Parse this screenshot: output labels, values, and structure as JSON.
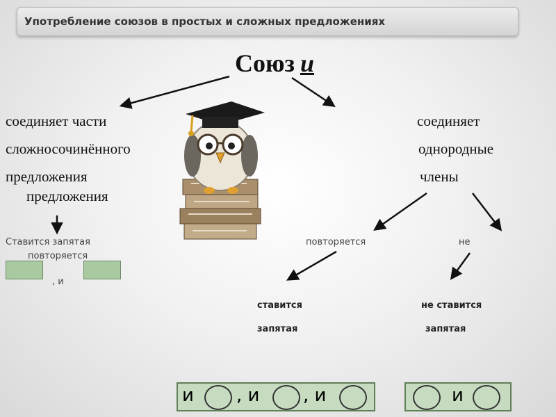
{
  "title": "Употребление союзов в простых и сложных предложениях",
  "heading": {
    "prefix": "Союз",
    "word": "и"
  },
  "left_branch": {
    "lines": [
      "соединяет части",
      "сложносочинённого",
      "предложения",
      "предложения"
    ],
    "note": "Ставится запятая",
    "note_overlap": "повторяется",
    "conj": ", и"
  },
  "right_branch": {
    "lines": [
      "соединяет",
      "однородные",
      "члены"
    ],
    "repeats": "повторяется",
    "not": "не",
    "outcome_yes": [
      "ставится",
      "запятая"
    ],
    "outcome_no": [
      "не ставится",
      "запятая"
    ]
  },
  "formula_repeat": [
    "и",
    ", и",
    ", и"
  ],
  "formula_single": "и",
  "icons": {
    "arrow": "arrow-icon",
    "owl": "owl-graduate-on-books"
  }
}
